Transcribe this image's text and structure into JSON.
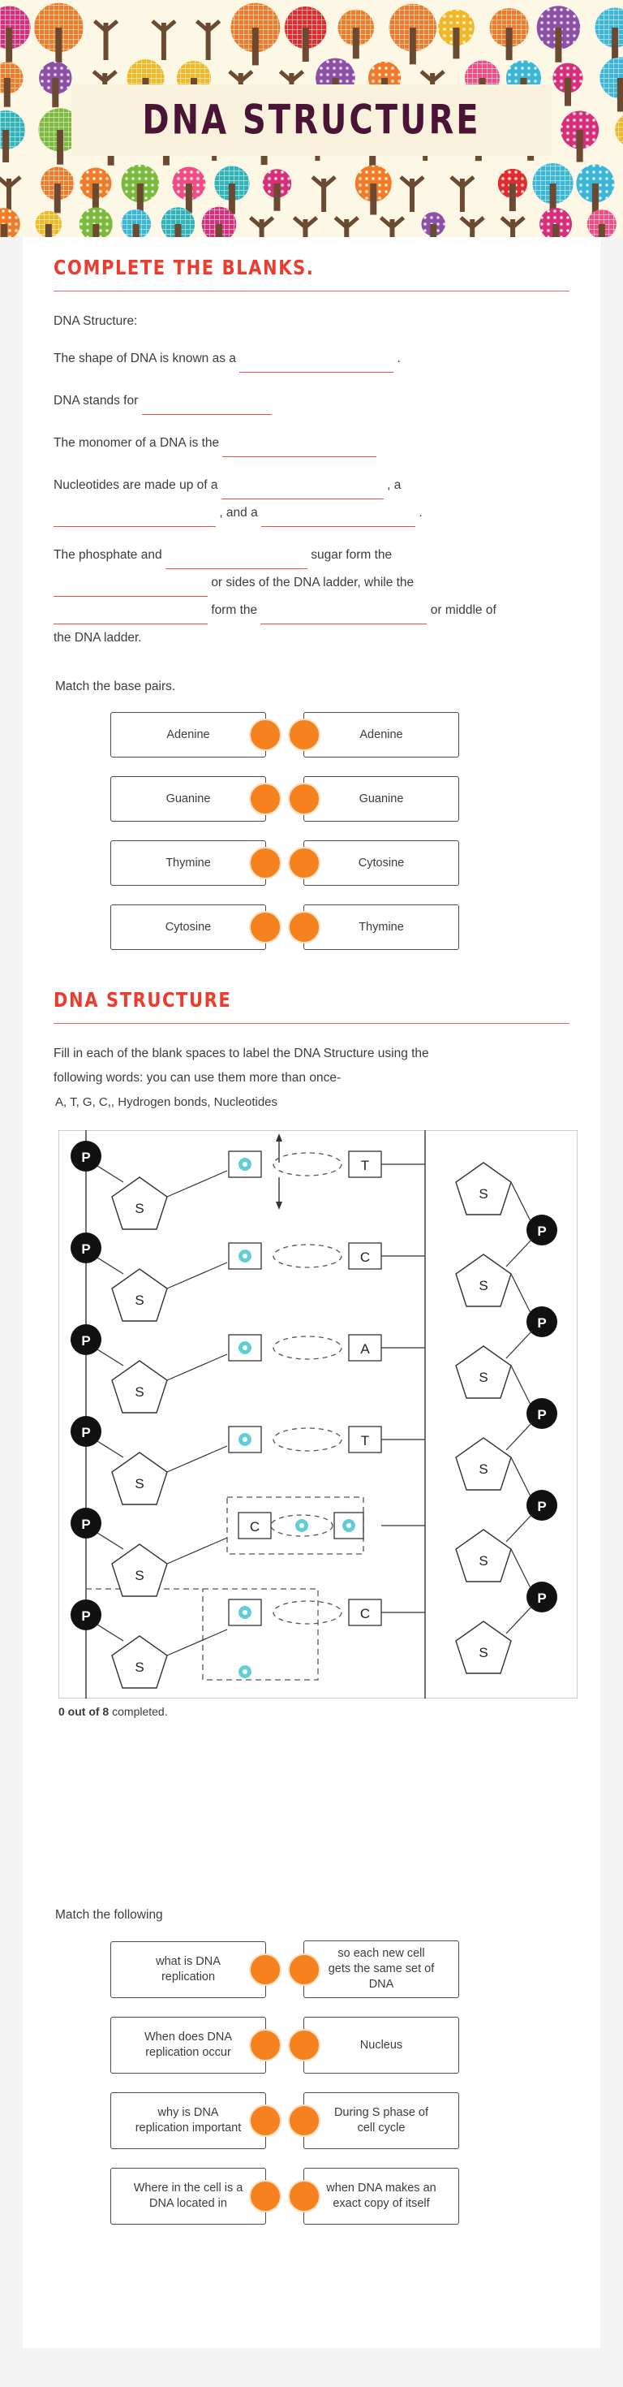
{
  "header": {
    "title": "DNA STRUCTURE"
  },
  "section1": {
    "heading": "COMPLETE THE BLANKS.",
    "subtitle": "DNA Structure:",
    "lines": {
      "l1a": "The shape of DNA is known as a",
      "l1b": ".",
      "l2a": "DNA stands for",
      "l3a": "The monomer of a DNA is the",
      "l4a": "Nucleotides are made up of a",
      "l4b": ", a",
      "l4c": ", and a",
      "l4d": ".",
      "l5a": "The phosphate and",
      "l5b": "sugar form the",
      "l5c": "or sides of the DNA ladder, while the",
      "l5d": "form the",
      "l5e": "or middle of",
      "l5f": "the DNA ladder."
    }
  },
  "basepairs": {
    "label": "Match the base pairs.",
    "left": [
      "Adenine",
      "Guanine",
      "Thymine",
      "Cytosine"
    ],
    "right": [
      "Adenine",
      "Guanine",
      "Cytosine",
      "Thymine"
    ]
  },
  "section2": {
    "heading": "DNA STRUCTURE",
    "instructions_line1": "Fill in each of the blank spaces to label the DNA Structure using the",
    "instructions_line2": "following words: you can use them more than once-",
    "wordbank": "A, T, G, C,, Hydrogen bonds, Nucleotides",
    "progress_prefix": "0 out of 8",
    "progress_suffix": " completed.",
    "diagram": {
      "phosphate_label": "P",
      "sugar_label": "S",
      "left_phosphates": [
        "P",
        "P",
        "P",
        "P",
        "P",
        "P"
      ],
      "right_phosphates": [
        "P",
        "P",
        "P",
        "P",
        "P"
      ],
      "left_sugars": [
        "S",
        "S",
        "S",
        "S",
        "S",
        "S"
      ],
      "right_sugars": [
        "S",
        "S",
        "S",
        "S",
        "S",
        "S"
      ],
      "base_rows": [
        {
          "left": "",
          "right": "T"
        },
        {
          "left": "",
          "right": "C"
        },
        {
          "left": "",
          "right": "A"
        },
        {
          "left": "",
          "right": "T"
        },
        {
          "left": "C",
          "right": ""
        },
        {
          "left": "",
          "right": "C"
        }
      ]
    }
  },
  "matchfollowing": {
    "label": "Match the following",
    "left": [
      "what is DNA replication",
      "When does DNA replication occur",
      "why is DNA replication important",
      "Where in the cell is a DNA located in"
    ],
    "right": [
      "so each new cell gets the same set of DNA",
      "Nucleus",
      "During S phase of cell cycle",
      "when DNA makes an exact copy of itself"
    ]
  },
  "colors": {
    "accent_red": "#ef3b2d",
    "orange_dot": "#f5821f",
    "blank_underline": "#d9534f",
    "title_purple": "#4a1436",
    "teal_node": "#53c6cd"
  }
}
